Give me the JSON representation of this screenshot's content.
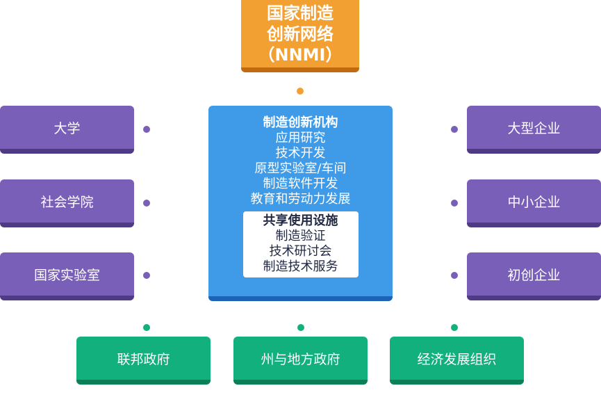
{
  "top": {
    "lines": [
      "国家制造",
      "创新网络",
      "（NNMI）"
    ]
  },
  "center": {
    "title": "制造创新机构",
    "items": [
      "应用研究",
      "技术开发",
      "原型实验室/车间",
      "制造软件开发",
      "教育和劳动力发展"
    ],
    "shared": {
      "title": "共享使用设施",
      "items": [
        "制造验证",
        "技术研讨会",
        "制造技术服务"
      ]
    }
  },
  "left": [
    "大学",
    "社会学院",
    "国家实验室"
  ],
  "right": [
    "大型企业",
    "中小企业",
    "初创企业"
  ],
  "bottom": [
    "联邦政府",
    "州与地方政府",
    "经济发展组织"
  ],
  "colors": {
    "orange": "#f3a033",
    "blue": "#3f9be8",
    "purple": "#7a5fb8",
    "green": "#12b07c"
  }
}
